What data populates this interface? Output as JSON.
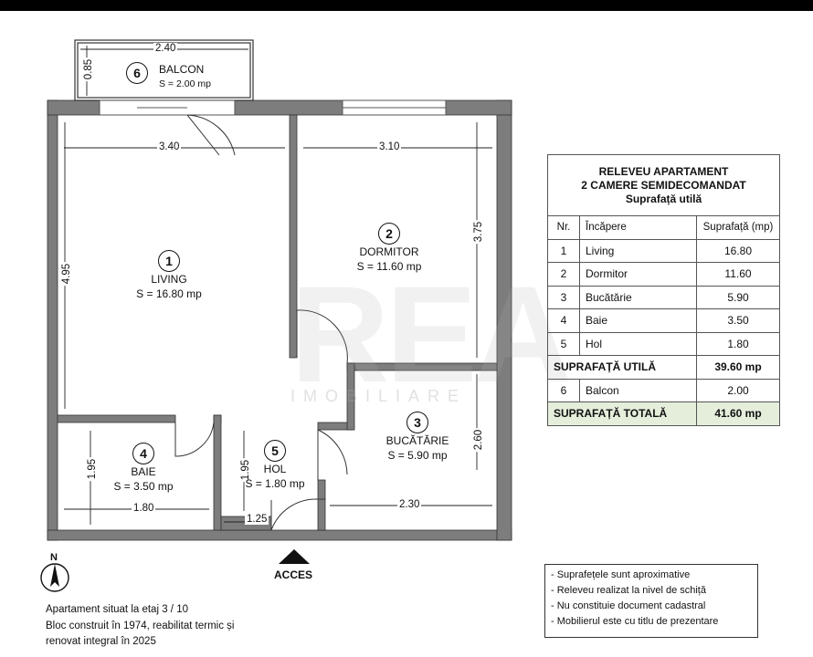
{
  "rooms": [
    {
      "nr": "1",
      "name": "LIVING",
      "area": "S = 16.80 mp"
    },
    {
      "nr": "2",
      "name": "DORMITOR",
      "area": "S = 11.60 mp"
    },
    {
      "nr": "3",
      "name": "BUCĂTĂRIE",
      "area": "S = 5.90 mp"
    },
    {
      "nr": "4",
      "name": "BAIE",
      "area": "S = 3.50 mp"
    },
    {
      "nr": "5",
      "name": "HOL",
      "area": "S = 1.80 mp"
    },
    {
      "nr": "6",
      "name": "BALCON",
      "area": "S = 2.00 mp"
    }
  ],
  "dimensions": {
    "balcon_w": "2.40",
    "balcon_h": "0.85",
    "living_w": "3.40",
    "living_h": "4.95",
    "dormitor_w": "3.10",
    "dormitor_h": "3.75",
    "bucatarie_h": "2.60",
    "bucatarie_w": "2.30",
    "baie_h": "1.95",
    "baie_w": "1.80",
    "hol_h": "1.95",
    "hol_w": "1.25"
  },
  "access_label": "ACCES",
  "north_label": "N",
  "watermark": {
    "main": "REA",
    "sub": "IMOBILIARE"
  },
  "info_lines": [
    "Apartament situat la etaj 3 / 10",
    "Bloc construit în 1974, reabilitat termic și",
    "renovat integral în 2025"
  ],
  "table": {
    "title_lines": [
      "RELEVEU APARTAMENT",
      "2 CAMERE SEMIDECOMANDAT",
      "Suprafață utilă"
    ],
    "headers": [
      "Nr.",
      "Încăpere",
      "Suprafață (mp)"
    ],
    "rows": [
      [
        "1",
        "Living",
        "16.80"
      ],
      [
        "2",
        "Dormitor",
        "11.60"
      ],
      [
        "3",
        "Bucătărie",
        "5.90"
      ],
      [
        "4",
        "Baie",
        "3.50"
      ],
      [
        "5",
        "Hol",
        "1.80"
      ]
    ],
    "useful_label": "SUPRAFAȚĂ UTILĂ",
    "useful_value": "39.60 mp",
    "balcony_row": [
      "6",
      "Balcon",
      "2.00"
    ],
    "total_label": "SUPRAFAȚĂ TOTALĂ",
    "total_value": "41.60 mp"
  },
  "notes": [
    "- Suprafețele sunt aproximative",
    "- Releveu realizat la nivel de schiță",
    "- Nu constituie document cadastral",
    "- Mobilierul este cu titlu de prezentare"
  ]
}
